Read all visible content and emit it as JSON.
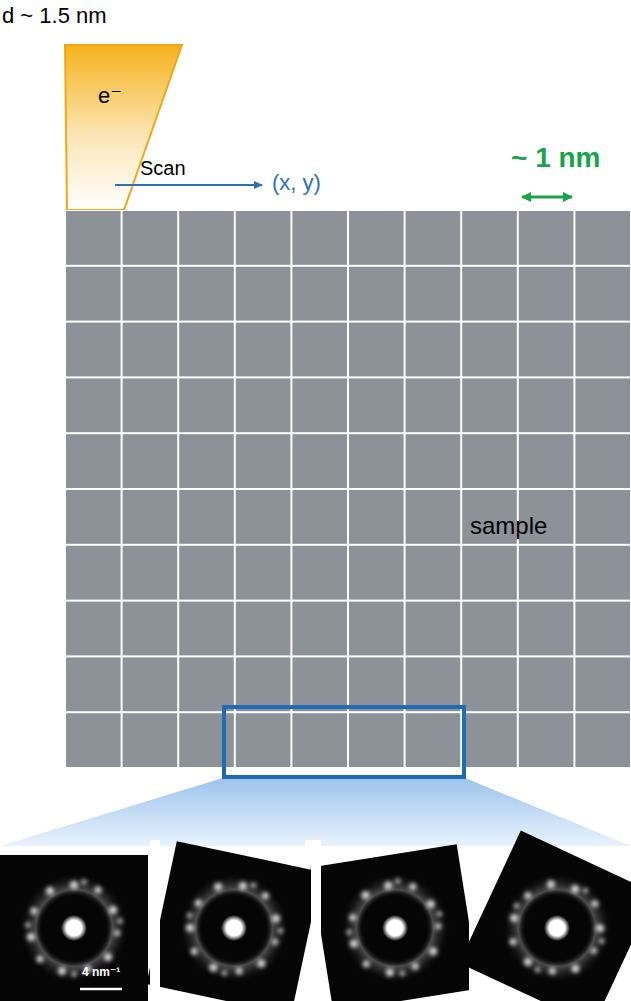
{
  "diagram": {
    "labels": [
      "d ~ 1.5 nm",
      "e⁻",
      "Scan",
      "(x, y)",
      "~ 1 nm",
      "sample",
      "4 nm⁻¹"
    ]
  }
}
